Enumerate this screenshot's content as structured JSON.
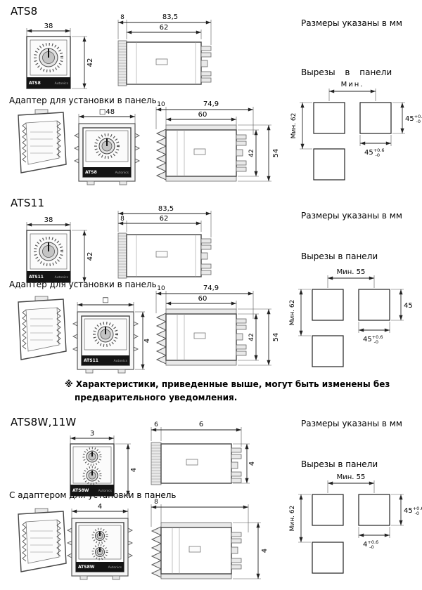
{
  "labels": {
    "mm_note": "Размеры указаны в мм",
    "cutout_title": "Вырезы в панели",
    "adapter_title": "Адаптер для установки в панель",
    "adapter_with_title": "С адаптером для установки в панель",
    "disclaimer_line1": "※ Характеристики, приведенные выше, могут быть изменены без",
    "disclaimer_line2": "предварительного уведомления.",
    "brand": "Autonics"
  },
  "tol": {
    "plus": "+0.6",
    "minus": "-0"
  },
  "ats8": {
    "title": "ATS8",
    "model": "ATS8",
    "front_w": "38",
    "front_h": "42",
    "side_lead": "8",
    "side_total": "83,5",
    "side_body": "62",
    "cutout_min_h": "Мин.",
    "cutout_min_v": "Мин. 62",
    "cutout_sq_right": "45",
    "cutout_sq_bottom": "45",
    "adapter_front_sq": "□48",
    "ad_lead": "10",
    "ad_total": "74,9",
    "ad_body": "60",
    "ad_h_body": "42",
    "ad_h_total": "54"
  },
  "ats11": {
    "title": "ATS11",
    "model": "ATS11",
    "front_w": "38",
    "front_h": "42",
    "side_total": "83,5",
    "side_lead": "8",
    "side_body": "62",
    "cutout_min_h": "Мин. 55",
    "cutout_min_v": "Мин. 62",
    "cutout_sq_right": "45",
    "cutout_sq_bottom": "45",
    "adapter_front_sq": "□",
    "adapter_front_h": "4",
    "ad_lead": "10",
    "ad_total": "74,9",
    "ad_body": "60",
    "ad_h_body": "42",
    "ad_h_total": "54"
  },
  "atsw": {
    "title": "ATS8W,11W",
    "model": "ATS8W",
    "front_w": "3",
    "front_h": "4",
    "side_lead": "6",
    "side_body": "6",
    "side_h": "4",
    "cutout_min_h": "Мин. 55",
    "cutout_min_v": "Мин. 62",
    "cutout_sq_right": "45",
    "cutout_sq_bottom": "4",
    "ad_front_w": "4",
    "ad_lead": "8",
    "ad_h": "4"
  }
}
